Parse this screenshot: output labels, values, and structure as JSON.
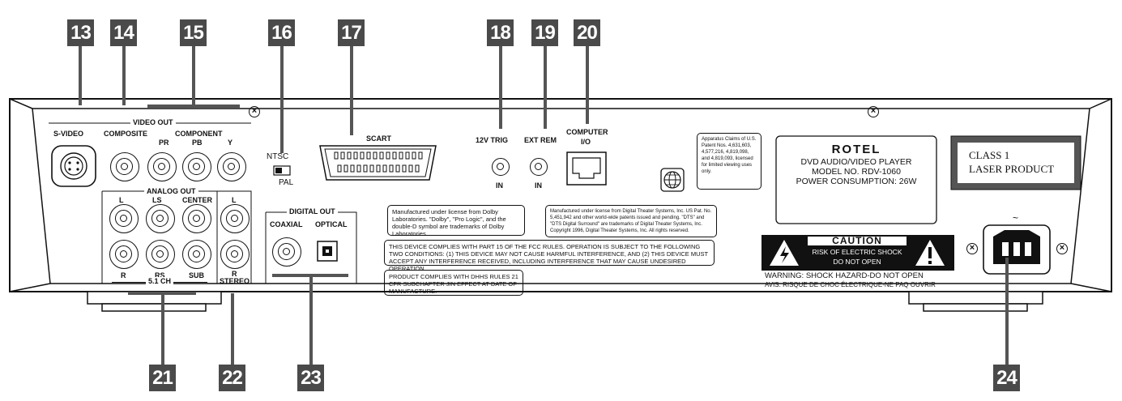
{
  "callouts": {
    "n13": "13",
    "n14": "14",
    "n15": "15",
    "n16": "16",
    "n17": "17",
    "n18": "18",
    "n19": "19",
    "n20": "20",
    "n21": "21",
    "n22": "22",
    "n23": "23",
    "n24": "24"
  },
  "video_out": {
    "title": "VIDEO OUT",
    "svideo": "S-VIDEO",
    "composite": "COMPOSITE",
    "component": "COMPONENT",
    "pr": "PR",
    "pb": "PB",
    "y": "Y"
  },
  "switch": {
    "ntsc": "NTSC",
    "pal": "PAL"
  },
  "scart": "SCART",
  "trig": {
    "label": "12V TRIG",
    "in": "IN"
  },
  "extrem": {
    "label": "EXT REM",
    "in": "IN"
  },
  "computer": {
    "line1": "COMPUTER",
    "line2": "I/O"
  },
  "analog_out": {
    "title": "ANALOG OUT",
    "l": "L",
    "ls": "LS",
    "center": "CENTER",
    "l2": "L",
    "r": "R",
    "rs": "RS",
    "sub": "SUB",
    "r2": "R",
    "ch51": "5.1 CH",
    "stereo": "STEREO"
  },
  "digital_out": {
    "title": "DIGITAL OUT",
    "coaxial": "COAXIAL",
    "optical": "OPTICAL"
  },
  "notices": {
    "dolby": "Manufactured under license from Dolby Laboratories. \"Dolby\", \"Pro Logic\", and the double-D symbol are trademarks of Dolby Laboratories.",
    "dts": "Manufactured under license from Digital Theater Systems, Inc. US Pat. No. 5,451,942 and other world-wide patents issued and pending. \"DTS\" and \"DTS Digital Surround\" are trademarks of Digital Theater Systems, Inc. Copyright 1996, Digital Theater Systems, Inc. All rights reserved.",
    "fcc": "THIS DEVICE COMPLIES WITH PART 15 OF THE FCC RULES. OPERATION IS SUBJECT TO THE FOLLOWING TWO CONDITIONS: (1) THIS DEVICE MAY NOT CAUSE HARMFUL INTERFERENCE, AND (2) THIS DEVICE MUST ACCEPT ANY INTERFERENCE RECEIVED, INCLUDING INTERFERENCE THAT MAY CAUSE UNDESIRED OPERATION.",
    "dhhs": "PRODUCT COMPLIES WITH DHHS RULES 21 CFR SUBCHAPTER JIN EFFECT AT DATE OF MANUFACTURE.",
    "patent": "Apparatus Claims of U.S. Patent Nos. 4,631,603, 4,577,216, 4,819,098, and 4,819,093, licensed for limited viewing uses only."
  },
  "label": {
    "brand": "ROTEL",
    "line1": "DVD AUDIO/VIDEO PLAYER",
    "line2": "MODEL NO. RDV-1060",
    "line3": "POWER CONSUMPTION: 26W"
  },
  "laser": {
    "line1": "CLASS 1",
    "line2": "LASER PRODUCT"
  },
  "caution": {
    "title": "CAUTION",
    "line1": "RISK OF ELECTRIC SHOCK",
    "line2": "DO NOT OPEN",
    "warning": "WARNING: SHOCK HAZARD-DO NOT OPEN",
    "avis": "AVIS: RISQUE DE CHOC ÉLECTRIQUE-NE PAQ OUVRIR"
  },
  "power": {
    "symbol": "~"
  }
}
